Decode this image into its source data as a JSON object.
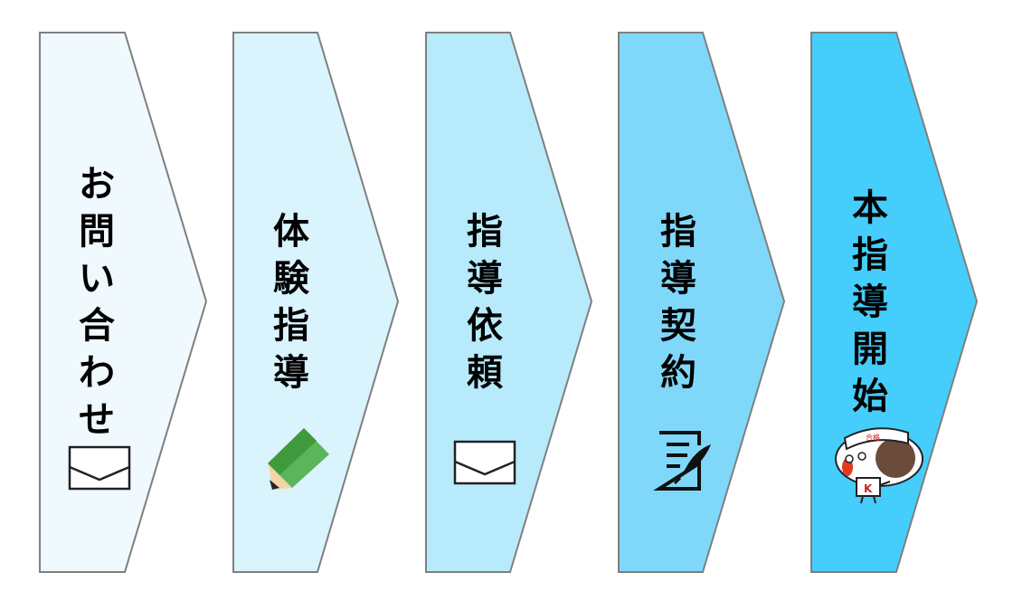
{
  "steps": [
    {
      "label": "お問い合わせ",
      "fill": "#eff9fe",
      "icon": "envelope-icon"
    },
    {
      "label": "体験指導",
      "fill": "#d9f4fd",
      "icon": "pencil-icon"
    },
    {
      "label": "指導依頼",
      "fill": "#b7ebfc",
      "icon": "envelope-icon"
    },
    {
      "label": "指導契約",
      "fill": "#7fd8f9",
      "icon": "contract-document-icon"
    },
    {
      "label": "本指導開始",
      "fill": "#45cdfb",
      "icon": "mascot-character-icon"
    }
  ],
  "mascot": {
    "cap_text": "合格",
    "shirt_letter": "K"
  },
  "colors": {
    "outline": "#7f7f7f",
    "text": "#000000",
    "icon_stroke": "#222222"
  }
}
